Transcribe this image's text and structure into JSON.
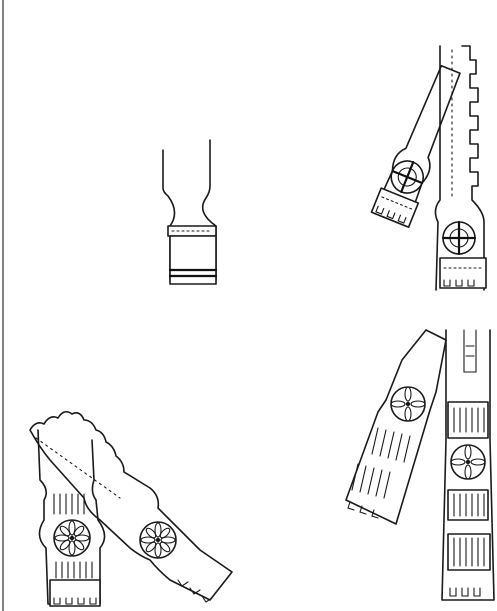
{
  "figure": {
    "background": "#ffffff",
    "ink": "#1a1a1a",
    "groups": [
      {
        "id": "single-baluster-fragment"
      },
      {
        "id": "paired-carved-boards-circles"
      },
      {
        "id": "paired-boards-rosettes-diagonal"
      },
      {
        "id": "paired-boards-rosettes-vertical"
      }
    ]
  }
}
